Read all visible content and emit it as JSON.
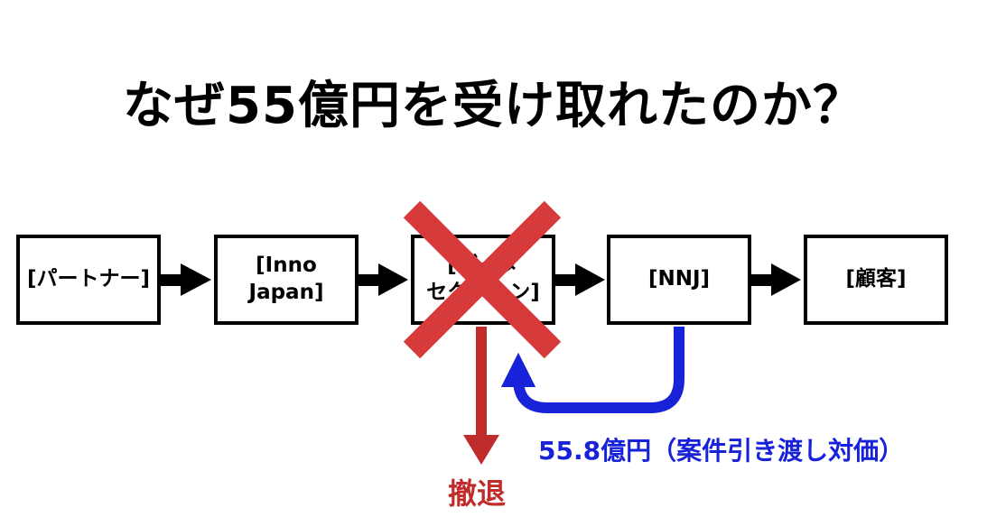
{
  "title": "なぜ55億円を受け取れたのか？",
  "nodes": [
    {
      "label": "[パートナー]"
    },
    {
      "label": "[Inno\nJapan]"
    },
    {
      "label": "[データ\nセクション]"
    },
    {
      "label": "[NNJ]"
    },
    {
      "label": "[顧客]"
    }
  ],
  "payment_label": "55.8億円（案件引き渡し対価）",
  "withdraw_label": "撤退",
  "colors": {
    "text": "#000000",
    "cross": "#d63a3a",
    "withdraw_arrow": "#c02b2b",
    "payment_arrow": "#1822d8"
  },
  "icons": {
    "flow_arrow": "right-arrow-icon",
    "cross": "x-cross-icon",
    "withdraw_arrow": "down-arrow-icon",
    "payment_arrow": "u-turn-arrow-icon"
  }
}
